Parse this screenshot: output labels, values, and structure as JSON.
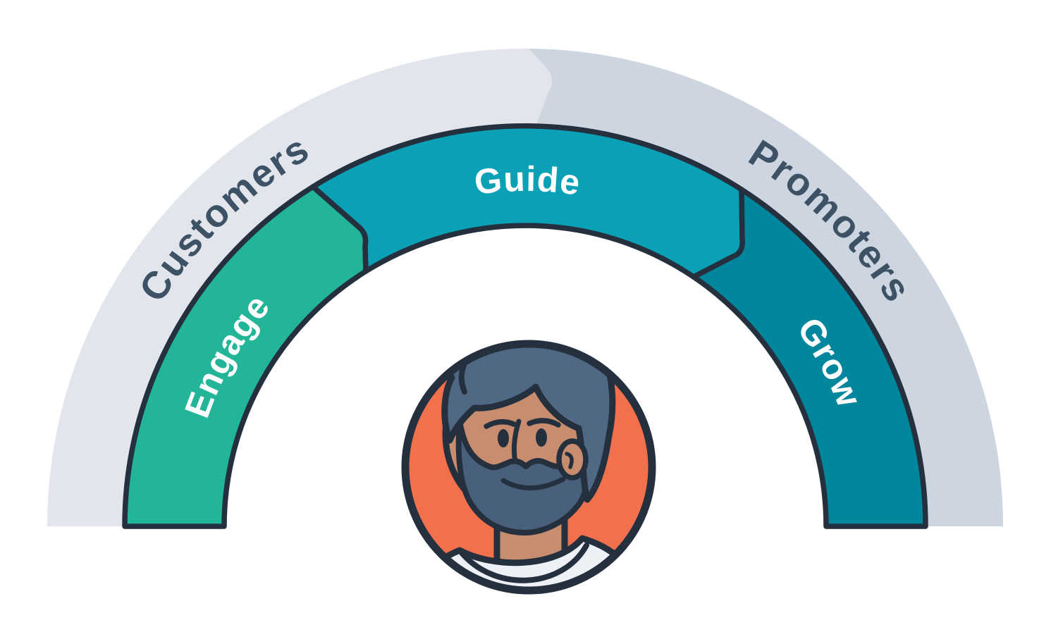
{
  "flywheel": {
    "outer_segments": [
      {
        "label": "Customers",
        "color": "#E2E6EC"
      },
      {
        "label": "Promoters",
        "color": "#CDD6E0"
      }
    ],
    "inner_segments": [
      {
        "label": "Engage",
        "color": "#22B598"
      },
      {
        "label": "Guide",
        "color": "#0AA1B6"
      },
      {
        "label": "Grow",
        "color": "#00879D"
      }
    ],
    "center_icon": "person-avatar",
    "colors": {
      "segment_outline": "#25303E",
      "outer_label_text": "#3E5266",
      "inner_label_text": "#FFFFFF",
      "avatar_background": "#F2714D",
      "avatar_skin": "#C88D6E",
      "avatar_hair": "#4F6884",
      "avatar_beard": "#48607B",
      "avatar_shirt": "#EDF1F6"
    }
  }
}
